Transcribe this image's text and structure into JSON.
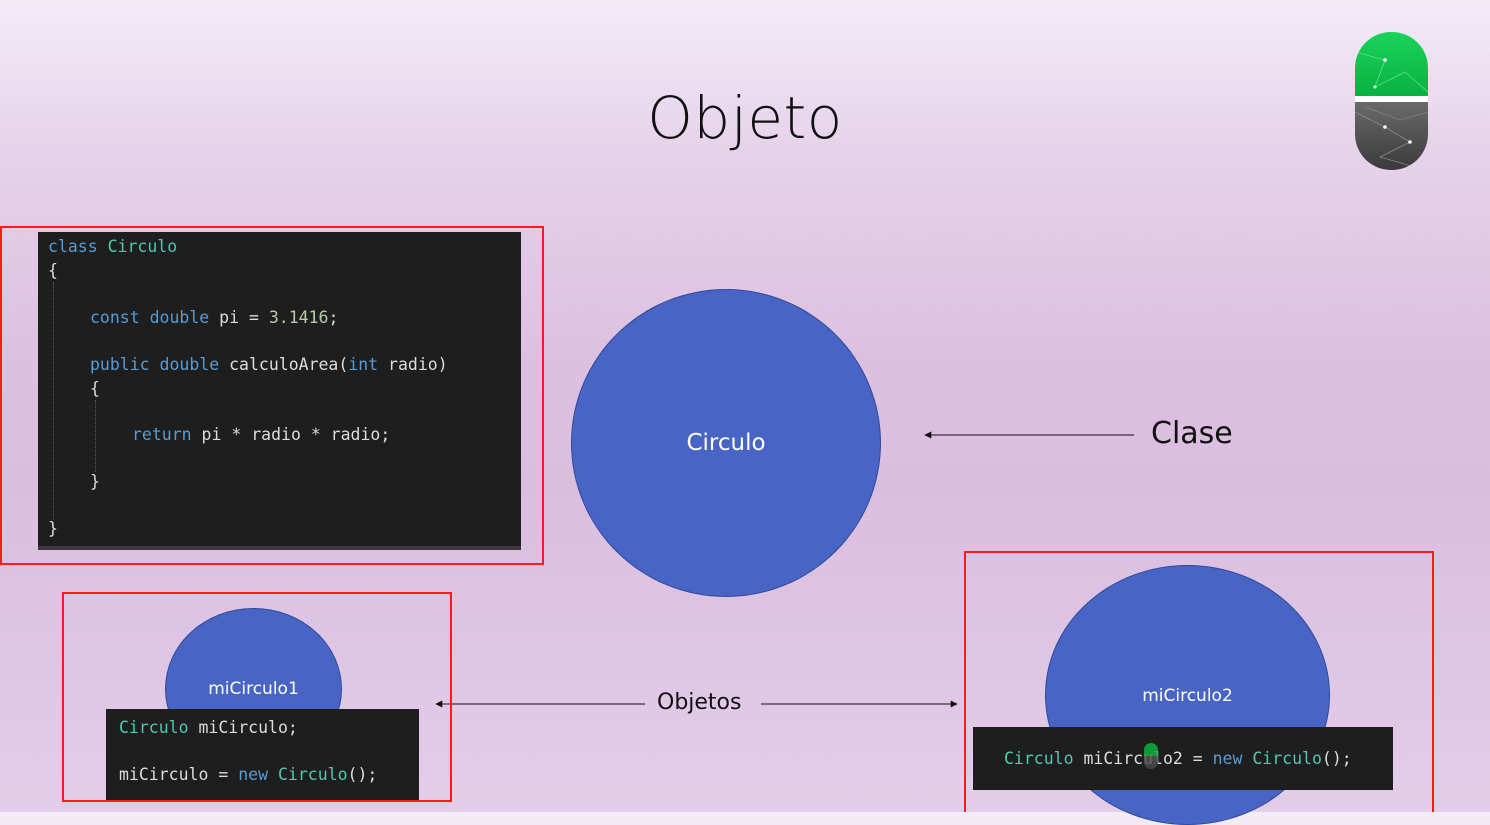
{
  "slide": {
    "title": "Objeto"
  },
  "class_code": {
    "line1": {
      "kw": "class",
      "name": "Circulo"
    },
    "line2": "{",
    "line3": {
      "kw1": "const",
      "kw2": "double",
      "rest": "pi = ",
      "num": "3.1416",
      "end": ";"
    },
    "line4": {
      "kw1": "public",
      "kw2": "double",
      "name": "calculoArea(",
      "kw3": "int",
      "rest": " radio)"
    },
    "line5": "{",
    "line6": {
      "kw": "return",
      "rest": " pi * radio * radio;"
    },
    "line7": "}",
    "line8": "}"
  },
  "class_circle": {
    "label": "Circulo"
  },
  "clase_label": "Clase",
  "objetos_label": "Objetos",
  "object1": {
    "circle_label": "miCirculo1",
    "decl": {
      "type": "Circulo",
      "rest": " miCirculo;"
    },
    "assign": {
      "start": "miCirculo = ",
      "kw": "new",
      "type": "Circulo",
      "end": "();"
    }
  },
  "object2": {
    "circle_label": "miCirculo2",
    "line": {
      "type": "Circulo",
      "mid": " miCirculo2 = ",
      "kw": "new",
      "type2": "Circulo",
      "end": "();"
    }
  },
  "colors": {
    "circle_fill": "#4865c5",
    "highlight_border": "#ff1a1a",
    "code_bg": "#1e1e1e",
    "keyword": "#569cd6",
    "type": "#4ec9b0",
    "number": "#b5cea8"
  }
}
